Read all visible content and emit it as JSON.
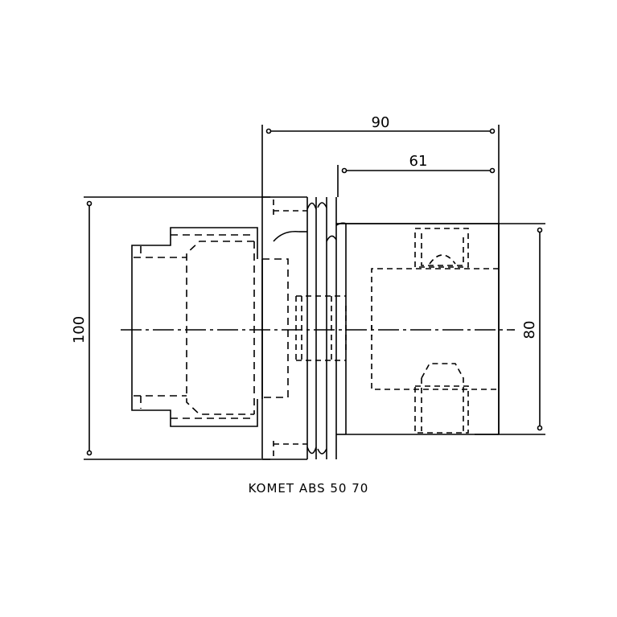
{
  "dimensions": {
    "overall_length": "90",
    "shank_length": "61",
    "flange_diameter": "100",
    "body_diameter": "80"
  },
  "caption": "KOMET ABS 50 70"
}
